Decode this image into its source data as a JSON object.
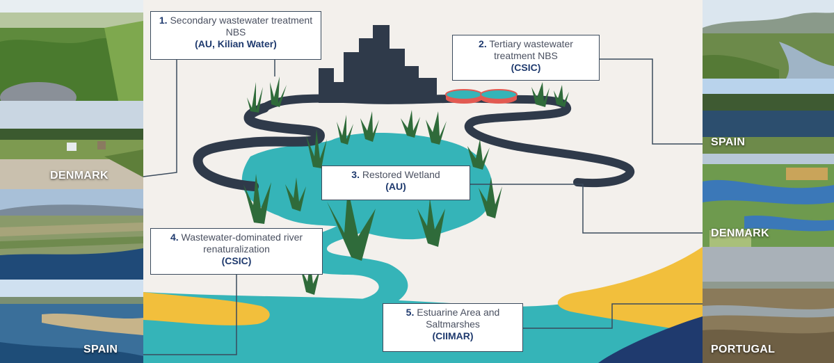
{
  "labels": [
    {
      "num": "1.",
      "text": "Secondary wastewater treatment NBS",
      "org": "(AU, Kilian Water)"
    },
    {
      "num": "2.",
      "text": "Tertiary wastewater treatment NBS",
      "org": "(CSIC)"
    },
    {
      "num": "3.",
      "text": "Restored Wetland",
      "org": "(AU)"
    },
    {
      "num": "4.",
      "text": "Wastewater-dominated river renaturalization",
      "org": "(CSIC)"
    },
    {
      "num": "5.",
      "text": "Estuarine Area and Saltmarshes",
      "org": "(CIIMAR)"
    }
  ],
  "countries": {
    "left_top": "DENMARK",
    "left_bottom": "SPAIN",
    "right_spain": "SPAIN",
    "right_denmark": "DENMARK",
    "right_portugal": "PORTUGAL"
  },
  "colors": {
    "water": "#35b4b8",
    "river_dark": "#2f3a4a",
    "sand": "#f2bf3c",
    "reed": "#2f6b3a",
    "city": "#2f3a4a",
    "tank": "#e25a52",
    "label_title": "#1f3a6e"
  }
}
